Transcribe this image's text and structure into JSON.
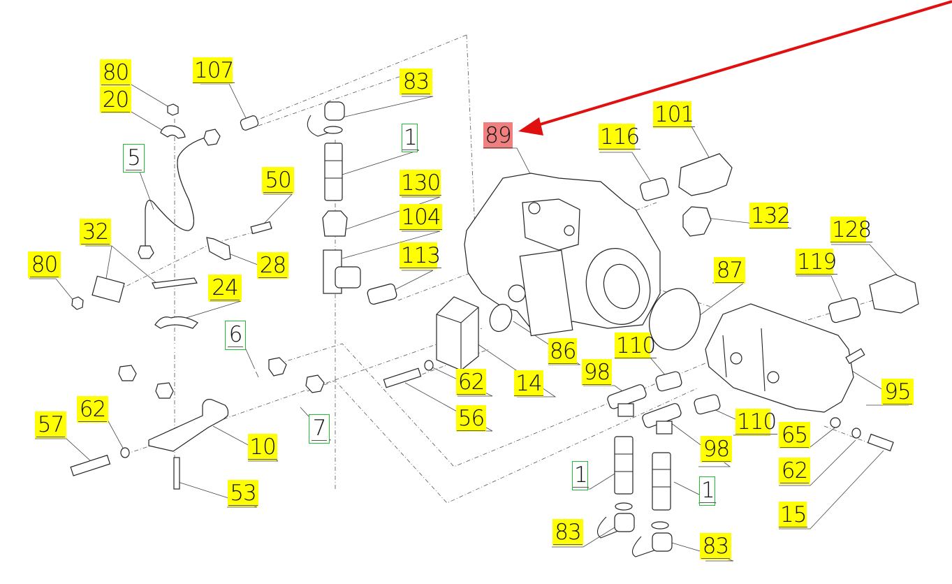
{
  "diagram": {
    "type": "exploded-parts-diagram",
    "highlight": {
      "part": "89",
      "color": "#f08080",
      "arrow_color": "#e01010"
    },
    "label_colors": {
      "standard": "#ffff00",
      "highlighted": "#f08080",
      "subassembly_border": "#22bb33"
    },
    "labels": [
      {
        "id": "80a",
        "text": "80",
        "style": "yellow"
      },
      {
        "id": "20",
        "text": "20",
        "style": "yellow"
      },
      {
        "id": "107",
        "text": "107",
        "style": "yellow"
      },
      {
        "id": "83a",
        "text": "83",
        "style": "yellow"
      },
      {
        "id": "1a",
        "text": "1",
        "style": "green"
      },
      {
        "id": "5",
        "text": "5",
        "style": "green"
      },
      {
        "id": "50",
        "text": "50",
        "style": "yellow"
      },
      {
        "id": "130",
        "text": "130",
        "style": "yellow"
      },
      {
        "id": "104",
        "text": "104",
        "style": "yellow"
      },
      {
        "id": "32",
        "text": "32",
        "style": "yellow"
      },
      {
        "id": "28",
        "text": "28",
        "style": "yellow"
      },
      {
        "id": "80b",
        "text": "80",
        "style": "yellow"
      },
      {
        "id": "113",
        "text": "113",
        "style": "yellow"
      },
      {
        "id": "24",
        "text": "24",
        "style": "yellow"
      },
      {
        "id": "89",
        "text": "89",
        "style": "red"
      },
      {
        "id": "116",
        "text": "116",
        "style": "yellow"
      },
      {
        "id": "101",
        "text": "101",
        "style": "yellow"
      },
      {
        "id": "132",
        "text": "132",
        "style": "yellow"
      },
      {
        "id": "128",
        "text": "128",
        "style": "yellow"
      },
      {
        "id": "119",
        "text": "119",
        "style": "yellow"
      },
      {
        "id": "87",
        "text": "87",
        "style": "yellow"
      },
      {
        "id": "6",
        "text": "6",
        "style": "green"
      },
      {
        "id": "86",
        "text": "86",
        "style": "yellow"
      },
      {
        "id": "110a",
        "text": "110",
        "style": "yellow"
      },
      {
        "id": "62a",
        "text": "62",
        "style": "yellow"
      },
      {
        "id": "14",
        "text": "14",
        "style": "yellow"
      },
      {
        "id": "98a",
        "text": "98",
        "style": "yellow"
      },
      {
        "id": "95",
        "text": "95",
        "style": "yellow"
      },
      {
        "id": "56",
        "text": "56",
        "style": "yellow"
      },
      {
        "id": "57",
        "text": "57",
        "style": "yellow"
      },
      {
        "id": "62b",
        "text": "62",
        "style": "yellow"
      },
      {
        "id": "7",
        "text": "7",
        "style": "green"
      },
      {
        "id": "10",
        "text": "10",
        "style": "yellow"
      },
      {
        "id": "110b",
        "text": "110",
        "style": "yellow"
      },
      {
        "id": "65",
        "text": "65",
        "style": "yellow"
      },
      {
        "id": "98b",
        "text": "98",
        "style": "yellow"
      },
      {
        "id": "1b",
        "text": "1",
        "style": "green"
      },
      {
        "id": "1c",
        "text": "1",
        "style": "green"
      },
      {
        "id": "62c",
        "text": "62",
        "style": "yellow"
      },
      {
        "id": "53",
        "text": "53",
        "style": "yellow"
      },
      {
        "id": "15",
        "text": "15",
        "style": "yellow"
      },
      {
        "id": "83b",
        "text": "83",
        "style": "yellow"
      },
      {
        "id": "83c",
        "text": "83",
        "style": "yellow"
      }
    ]
  }
}
